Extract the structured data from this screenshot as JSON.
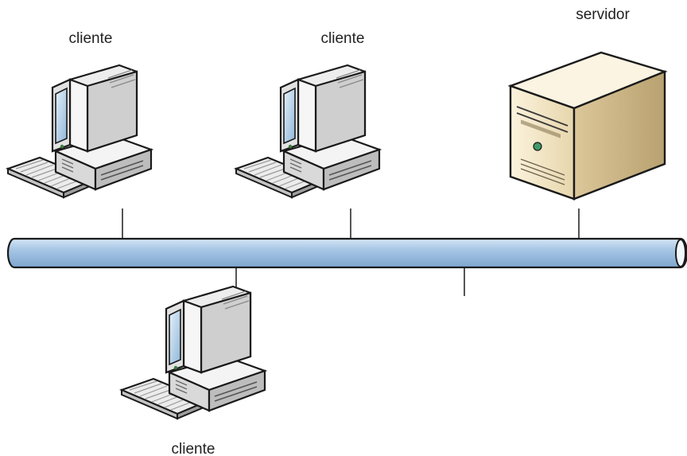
{
  "nodes": {
    "client_top_left": {
      "label": "cliente",
      "icon": "desktop-computer-icon"
    },
    "client_top_middle": {
      "label": "cliente",
      "icon": "desktop-computer-icon"
    },
    "client_bottom": {
      "label": "cliente",
      "icon": "desktop-computer-icon"
    },
    "server": {
      "label": "servidor",
      "icon": "server-tower-icon"
    }
  },
  "bus": {
    "icon": "network-bus-cable",
    "color": "#9cbfe0",
    "highlight": "#cfe2f3"
  },
  "colors": {
    "computer_body": "#eeeeee",
    "computer_shadow": "#bdbdbd",
    "screen": "#b8d4ea",
    "server_front": "#f2e6c8",
    "server_side": "#cbb88c",
    "server_top": "#fbf4e2",
    "outline": "#1a1a1a"
  }
}
